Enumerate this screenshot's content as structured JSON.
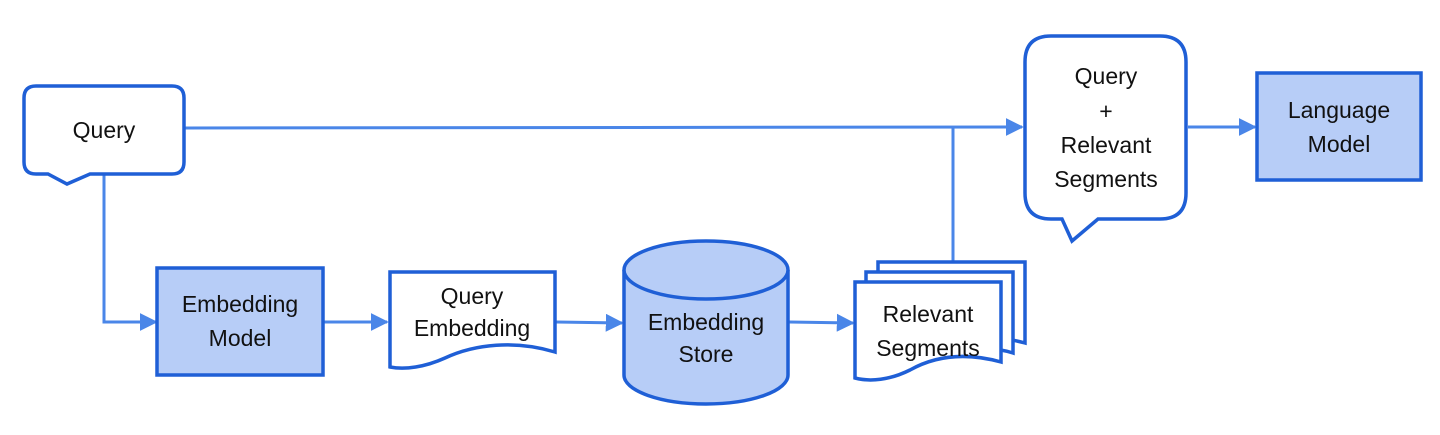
{
  "colors": {
    "stroke": "#1f5fd6",
    "fill": "#b7cdf7",
    "connector": "#4a86e8",
    "text": "#111111"
  },
  "nodes": {
    "query": {
      "label": "Query"
    },
    "embedding_model": {
      "line1": "Embedding",
      "line2": "Model"
    },
    "query_embedding": {
      "line1": "Query",
      "line2": "Embedding"
    },
    "embedding_store": {
      "line1": "Embedding",
      "line2": "Store"
    },
    "relevant_segments": {
      "line1": "Relevant",
      "line2": "Segments"
    },
    "query_plus_segments": {
      "line1": "Query",
      "line2": "+",
      "line3": "Relevant",
      "line4": "Segments"
    },
    "language_model": {
      "line1": "Language",
      "line2": "Model"
    }
  }
}
